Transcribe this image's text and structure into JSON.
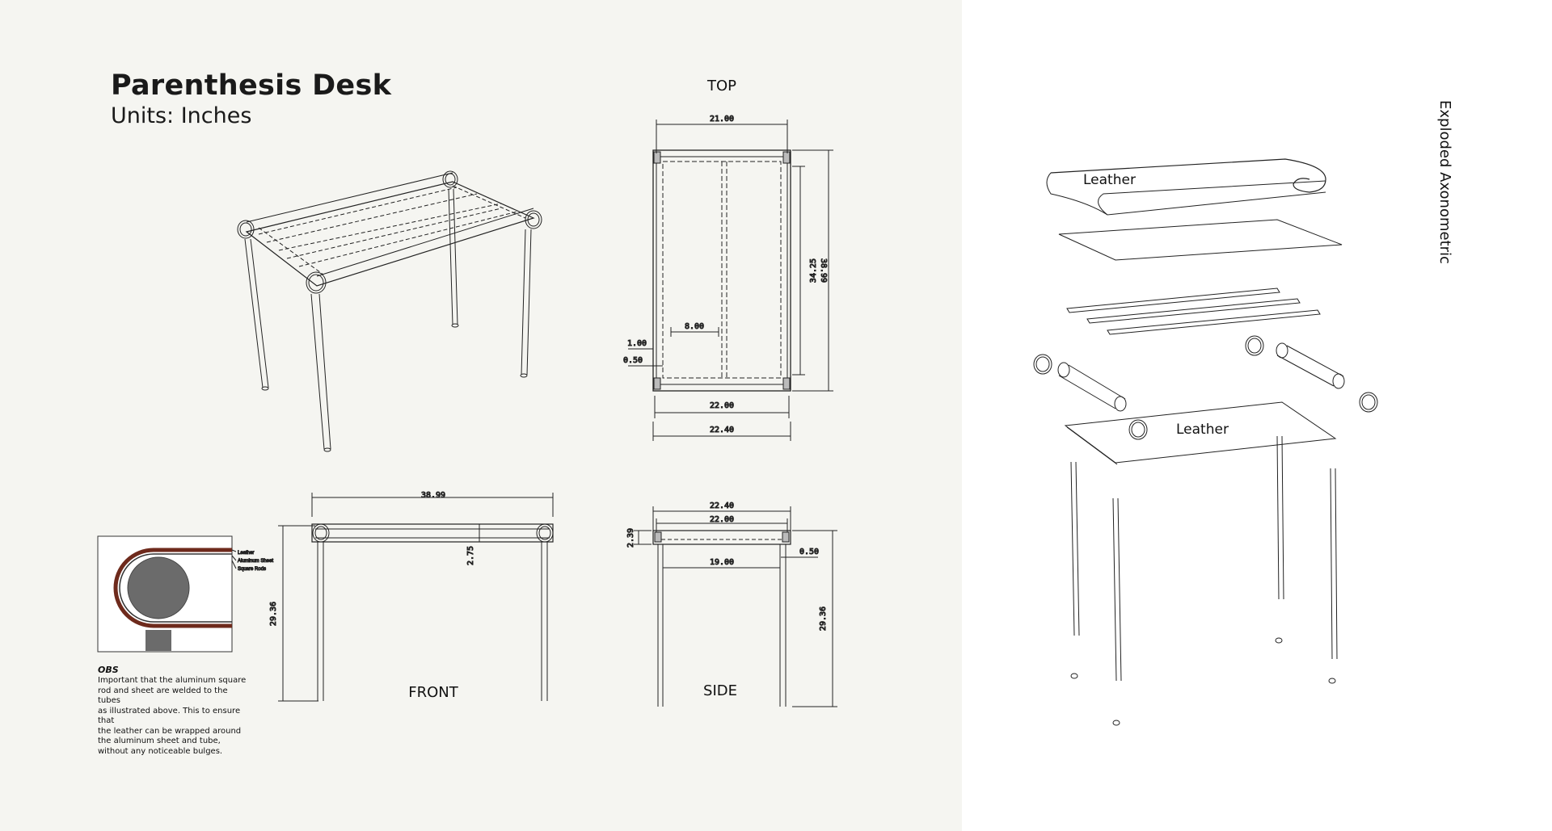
{
  "title": "Parenthesis Desk",
  "subtitle": "Units: Inches",
  "views": {
    "top": "TOP",
    "front": "FRONT",
    "side": "SIDE",
    "exploded": "Exploded Axonometric"
  },
  "dimensions": {
    "top_width_inner": "21.00",
    "top_depth_outer": "38.99",
    "top_depth_inner": "34.25",
    "top_rod_spacing": "8.00",
    "top_offset_1": "1.00",
    "top_offset_2": "0.50",
    "top_width_mid": "22.00",
    "top_width_outer": "22.40",
    "front_length": "38.99",
    "front_tube_height": "2.75",
    "front_height": "29.36",
    "side_width_outer": "22.40",
    "side_width_mid": "22.00",
    "side_tube": "2.39",
    "side_gap": "0.50",
    "side_inner": "19.00",
    "side_height": "29.36"
  },
  "detail": {
    "legend": [
      "Leather",
      "Aluminum Sheet",
      "Square Rods"
    ],
    "note_title": "OBS",
    "note_lines": [
      "Important that the aluminum square",
      "rod and sheet are welded to the tubes",
      "as illustrated above. This to ensure that",
      "the leather can be wrapped around",
      "the aluminum sheet and tube,",
      "without any noticeable bulges."
    ]
  },
  "exploded": {
    "leather_top": "Leather",
    "leather_bottom": "Leather"
  },
  "colors": {
    "panel_left": "#f5f5f1",
    "leather": "#6e2a1c",
    "tube_fill": "#6b6b6b"
  }
}
